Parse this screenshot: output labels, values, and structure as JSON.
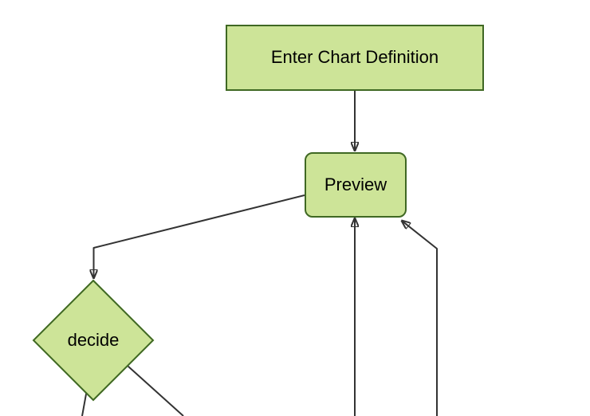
{
  "diagram": {
    "type": "flowchart",
    "direction": "top-down",
    "style": {
      "background": "#ffffff",
      "node_fill": "#cde498",
      "node_border": "#3f6823",
      "edge_color": "#333333",
      "arrowhead_color": "#111111",
      "text_color": "#000000"
    },
    "nodes": [
      {
        "id": "A",
        "label": "Enter Chart Definition",
        "shape": "rectangle"
      },
      {
        "id": "B",
        "label": "Preview",
        "shape": "rounded-rectangle"
      },
      {
        "id": "C",
        "label": "decide",
        "shape": "diamond"
      }
    ],
    "edges": [
      {
        "from": "Enter Chart Definition",
        "to": "Preview",
        "arrowhead": true
      },
      {
        "from": "Preview",
        "to": "decide",
        "arrowhead": true
      },
      {
        "from": "offscreen-bottom",
        "to": "Preview",
        "arrowhead": true
      },
      {
        "from": "offscreen-bottom-right",
        "to": "Preview",
        "arrowhead": true
      },
      {
        "from": "decide",
        "to": "offscreen-bottom-left",
        "arrowhead": false
      },
      {
        "from": "decide",
        "to": "offscreen-bottom-right",
        "arrowhead": false
      }
    ]
  }
}
